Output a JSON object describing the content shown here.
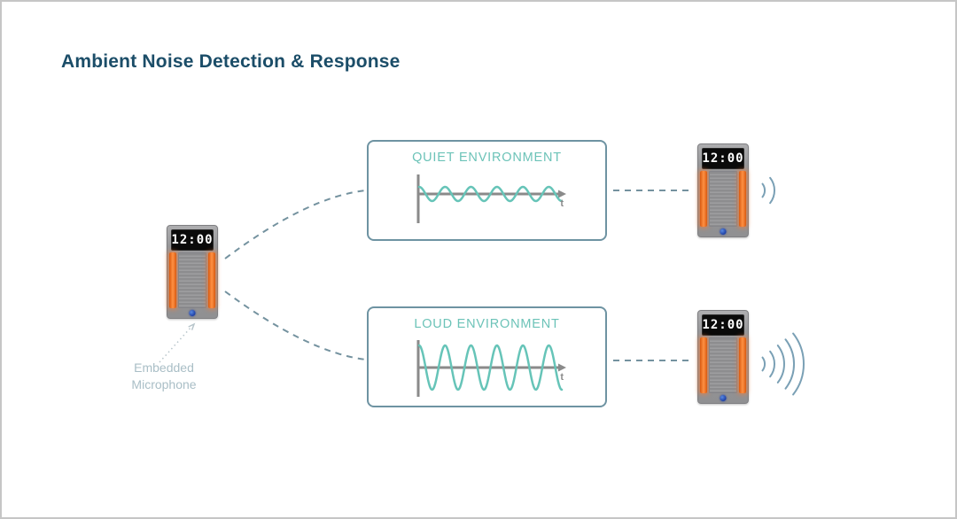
{
  "header": {
    "title": "Ambient Noise Detection & Response"
  },
  "devices": [
    {
      "name": "central microphone speaker clock",
      "display": "12:00",
      "sound_arcs": 0
    },
    {
      "name": "quiet response speaker clock",
      "display": "12:00",
      "sound_arcs": 2
    },
    {
      "name": "loud response speaker clock",
      "display": "12:00",
      "sound_arcs": 5
    }
  ],
  "annotation": {
    "label": "Embedded Microphone"
  },
  "panels": [
    {
      "title": "QUIET ENVIRONMENT",
      "axis_label": "t",
      "wave": {
        "cycles": 5.5,
        "relative_amplitude": 0.32
      }
    },
    {
      "title": "LOUD ENVIRONMENT",
      "axis_label": "t",
      "wave": {
        "cycles": 5.5,
        "relative_amplitude": 1.0
      }
    }
  ],
  "colors": {
    "title_text": "#1b4d68",
    "accent_teal": "#66c4b8",
    "panel_border": "#6e93a2",
    "connector_dash": "#74929f",
    "sound_arc": "#7aa0b5",
    "axis_gray": "#8a8a8a",
    "led_orange": "#f26f21",
    "annotation_text": "#a9bec6"
  }
}
